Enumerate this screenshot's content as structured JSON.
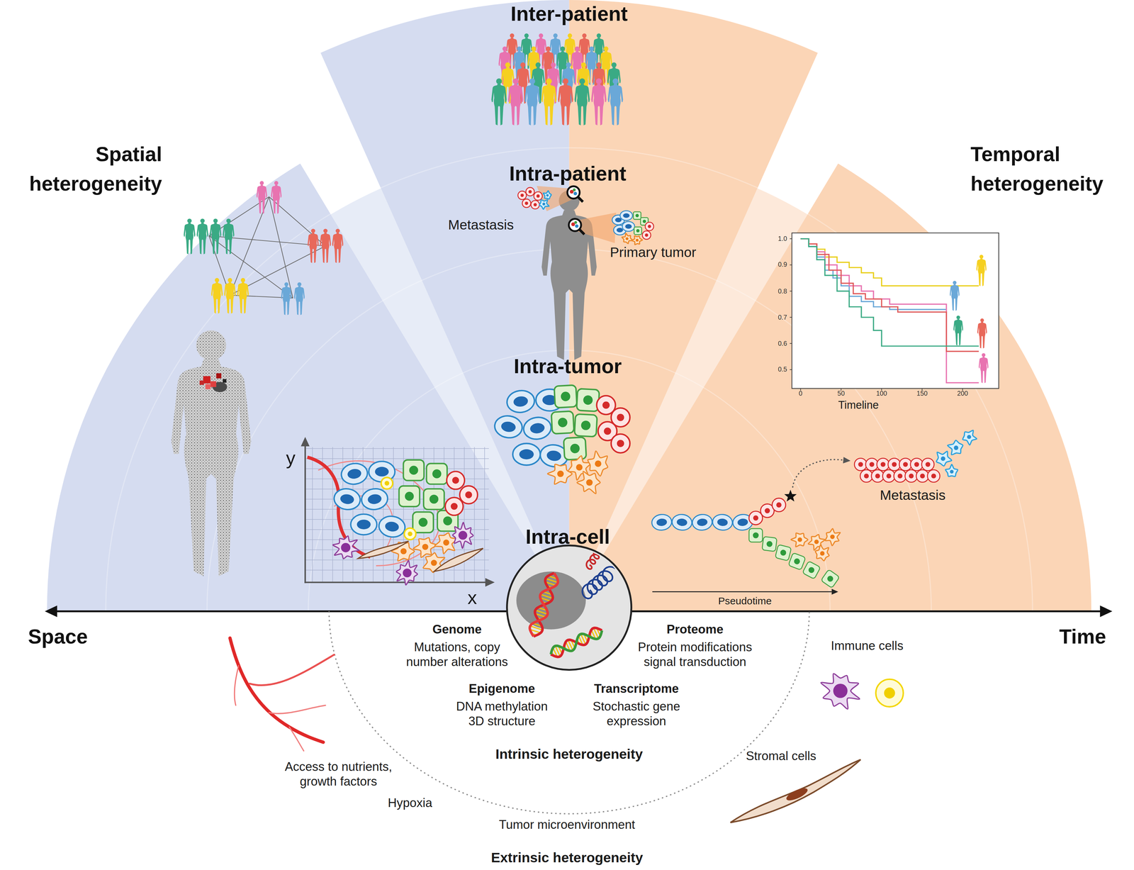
{
  "diagram": {
    "nodes": [
      {
        "text": [
          "Spatial heterogeneity"
        ]
      },
      {
        "text": [
          "Inter-patient",
          "Intra-patient",
          "Intra-tumor",
          "Intra-cell"
        ]
      },
      {
        "text": [
          "Temporal heterogeneity"
        ]
      },
      {
        "text": [
          "Genome",
          "Mutations, copy number alterations",
          "Proteome",
          "Protein modifications signal transduction",
          "Epigenome",
          "DNA methylation 3D structure",
          "Transcriptome",
          "Stochastic gene expression",
          "Intrinsic heterogeneity"
        ]
      }
    ],
    "labels": [
      "Metastasis",
      "Primary tumor",
      "1.0",
      "0.9",
      "0.8",
      "0.7",
      "0.6",
      "0.5",
      "0",
      "50",
      "100",
      "150",
      "200",
      "Timeline",
      "y",
      "x",
      "Metastasis",
      "Pseudotime",
      "Space",
      "Time",
      "Immune cells",
      "Access to nutrients, growth factors",
      "Stromal cells",
      "Hypoxia",
      "Tumor microenvironment",
      "Extrinsic heterogeneity"
    ]
  }
}
